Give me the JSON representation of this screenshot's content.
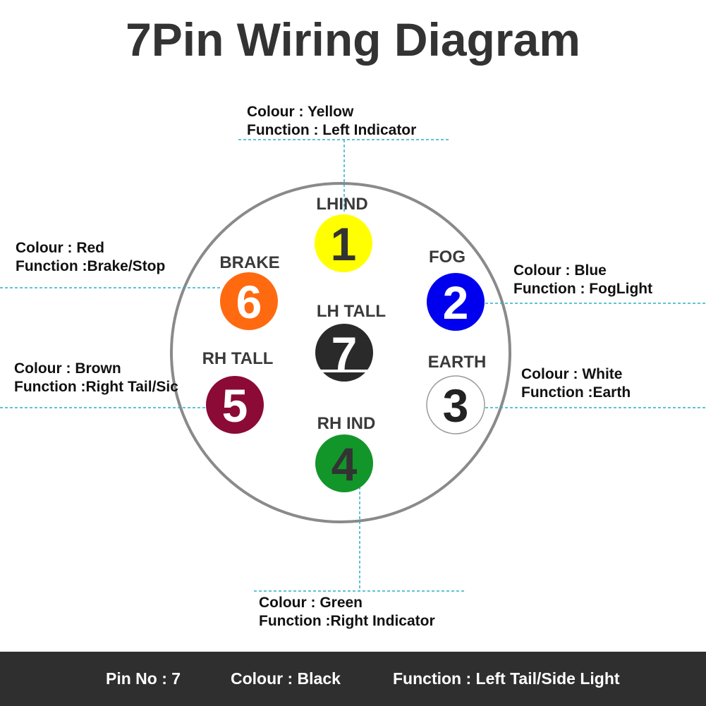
{
  "title": "7Pin Wiring Diagram",
  "pins": [
    {
      "id": "1",
      "number": "1",
      "label": "LHIND",
      "fill": "#ffff00",
      "text_color": "#333333",
      "colour_line": "Colour : Yellow",
      "function_line": "Function : Left Indicator"
    },
    {
      "id": "2",
      "number": "2",
      "label": "FOG",
      "fill": "#0000ee",
      "text_color": "#ffffff",
      "colour_line": "Colour : Blue",
      "function_line": "Function : FogLight"
    },
    {
      "id": "3",
      "number": "3",
      "label": "EARTH",
      "fill": "#ffffff",
      "text_color": "#222222",
      "colour_line": "Colour : White",
      "function_line": "Function :Earth"
    },
    {
      "id": "4",
      "number": "4",
      "label": "RH IND",
      "fill": "#12962a",
      "text_color": "#333333",
      "colour_line": "Colour : Green",
      "function_line": "Function :Right Indicator"
    },
    {
      "id": "5",
      "number": "5",
      "label": "RH TALL",
      "fill": "#8b0a36",
      "text_color": "#ffffff",
      "colour_line": "Colour : Brown",
      "function_line": "Function :Right Tail/Sic"
    },
    {
      "id": "6",
      "number": "6",
      "label": "BRAKE",
      "fill": "#ff6a10",
      "text_color": "#ffffff",
      "colour_line": "Colour : Red",
      "function_line": "Function :Brake/Stop"
    },
    {
      "id": "7",
      "number": "7",
      "label": "LH TALL",
      "fill": "#2a2a2a",
      "text_color": "#ffffff"
    }
  ],
  "footer": {
    "pin": "Pin No : 7",
    "colour": "Colour : Black",
    "function": "Function : Left Tail/Side Light"
  },
  "colors": {
    "leader": "#2ab0c4",
    "footer_bg": "#2f2f2f",
    "ring": "#8a8a8a"
  }
}
